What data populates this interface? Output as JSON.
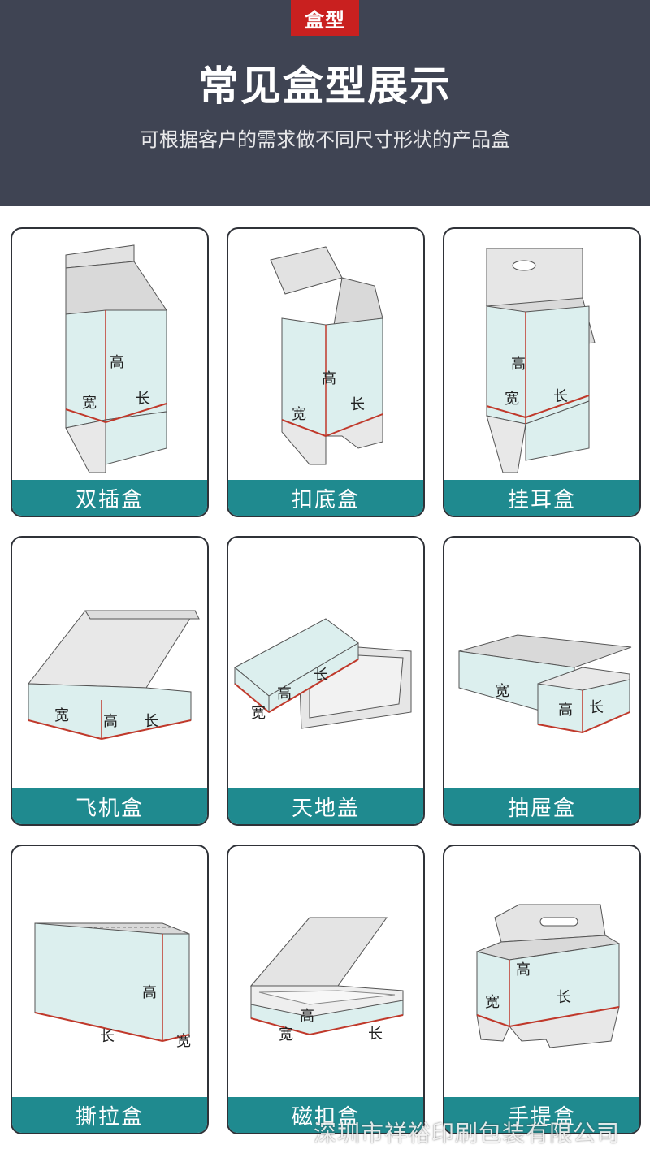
{
  "header": {
    "tag": "盒型",
    "title": "常见盒型展示",
    "subtitle": "可根据客户的需求做不同尺寸形状的产品盒"
  },
  "dims": {
    "height": "高",
    "width": "宽",
    "length": "长"
  },
  "cards": [
    {
      "label": "双插盒"
    },
    {
      "label": "扣底盒"
    },
    {
      "label": "挂耳盒"
    },
    {
      "label": "飞机盒"
    },
    {
      "label": "天地盖"
    },
    {
      "label": "抽屉盒"
    },
    {
      "label": "撕拉盒"
    },
    {
      "label": "磁扣盒"
    },
    {
      "label": "手提盒"
    }
  ],
  "watermark": "深圳市祥裕印刷包装有限公司",
  "colors": {
    "header_bg": "#3f4453",
    "tag_bg": "#c9201f",
    "label_bg": "#1f8a8f",
    "box_face": "#dcefee",
    "edge_red": "#c0392b"
  }
}
